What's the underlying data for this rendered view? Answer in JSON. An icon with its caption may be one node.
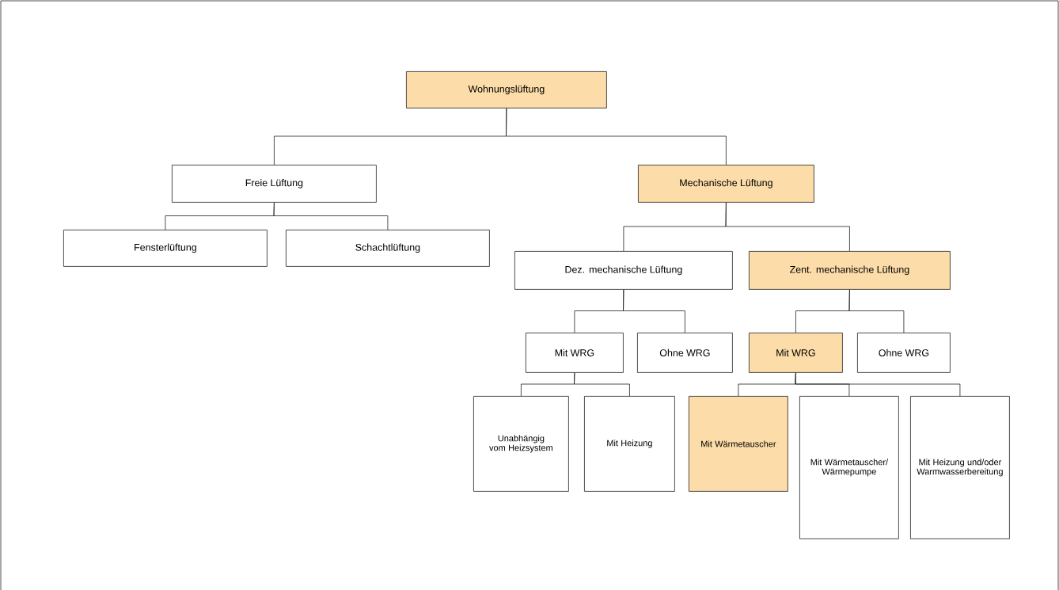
{
  "diagram": {
    "nodes": [
      {
        "text": [
          "Wohnungslüftung"
        ]
      },
      {
        "text": [
          "Freie Lüftung"
        ]
      },
      {
        "text": [
          "Mechanische Lüftung"
        ]
      },
      {
        "text": [
          "Fensterlüftung"
        ]
      },
      {
        "text": [
          "Schachtlüftung"
        ]
      },
      {
        "text": [
          "Dez. mechanische Lüftung"
        ]
      },
      {
        "text": [
          "Zent. mechanische Lüftung"
        ]
      },
      {
        "text": [
          "Mit WRG"
        ]
      },
      {
        "text": [
          "Ohne WRG"
        ]
      },
      {
        "text": [
          "Mit WRG"
        ]
      },
      {
        "text": [
          "Ohne WRG"
        ]
      },
      {
        "text": [
          "Unabhängig vom Heizsystem"
        ]
      },
      {
        "text": [
          "Mit Heizung"
        ]
      },
      {
        "text": [
          "Mit Wärmetauscher"
        ]
      },
      {
        "text": [
          "Mit Wärmetauscher/Wärmepumpe"
        ]
      },
      {
        "text": [
          "Mit Heizung und/oder Warmwasserbereitung"
        ]
      }
    ],
    "edges": [
      {
        "from": 0,
        "to": 1,
        "arrow": "none"
      },
      {
        "from": 0,
        "to": 2,
        "arrow": "none"
      },
      {
        "from": 1,
        "to": 3,
        "arrow": "none"
      },
      {
        "from": 1,
        "to": 4,
        "arrow": "none"
      },
      {
        "from": 2,
        "to": 5,
        "arrow": "none"
      },
      {
        "from": 2,
        "to": 6,
        "arrow": "none"
      },
      {
        "from": 5,
        "to": 7,
        "arrow": "none"
      },
      {
        "from": 5,
        "to": 8,
        "arrow": "none"
      },
      {
        "from": 6,
        "to": 9,
        "arrow": "none"
      },
      {
        "from": 6,
        "to": 10,
        "arrow": "none"
      },
      {
        "from": 7,
        "to": 11,
        "arrow": "none"
      },
      {
        "from": 7,
        "to": 12,
        "arrow": "none"
      },
      {
        "from": 9,
        "to": 13,
        "arrow": "none"
      },
      {
        "from": 9,
        "to": 14,
        "arrow": "none"
      },
      {
        "from": 9,
        "to": 15,
        "arrow": "none"
      }
    ]
  }
}
